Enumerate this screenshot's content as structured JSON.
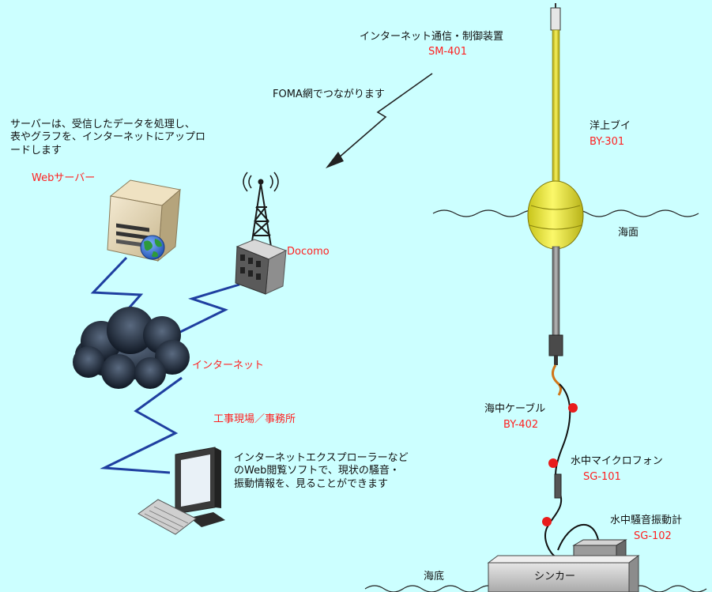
{
  "labels": {
    "device_title": "インターネット通信・制御装置",
    "device_model": "SM-401",
    "foma_text": "FOMA網でつながります",
    "server_desc_line1": "サーバーは、受信したデータを処理し、",
    "server_desc_line2": "表やグラフを、インターネットにアップロ",
    "server_desc_line3": "ードします",
    "web_server": "Webサーバー",
    "docomo": "Docomo",
    "internet": "インターネット",
    "site_office": "工事現場／事務所",
    "pc_desc_line1": "インターネットエクスプローラーなど",
    "pc_desc_line2": "のWeb閲覧ソフトで、現状の騒音・",
    "pc_desc_line3": "振動情報を、見ることができます",
    "buoy_title": "洋上ブイ",
    "buoy_model": "BY-301",
    "sea_surface": "海面",
    "cable_title": "海中ケーブル",
    "cable_model": "BY-402",
    "mic_title": "水中マイクロフォン",
    "mic_model": "SG-101",
    "meter_title": "水中騒音振動計",
    "meter_model": "SG-102",
    "seabed": "海底",
    "sinker": "シンカー"
  },
  "colors": {
    "background": "#ccffff",
    "accent_red": "#ff2020",
    "link_blue": "#1f3fa0",
    "buoy_yellow": "#f2ee3c"
  },
  "icons": [
    "server-icon",
    "globe-icon",
    "antenna-tower-icon",
    "cloud-icon",
    "computer-icon",
    "lightning-arrow-icon"
  ]
}
